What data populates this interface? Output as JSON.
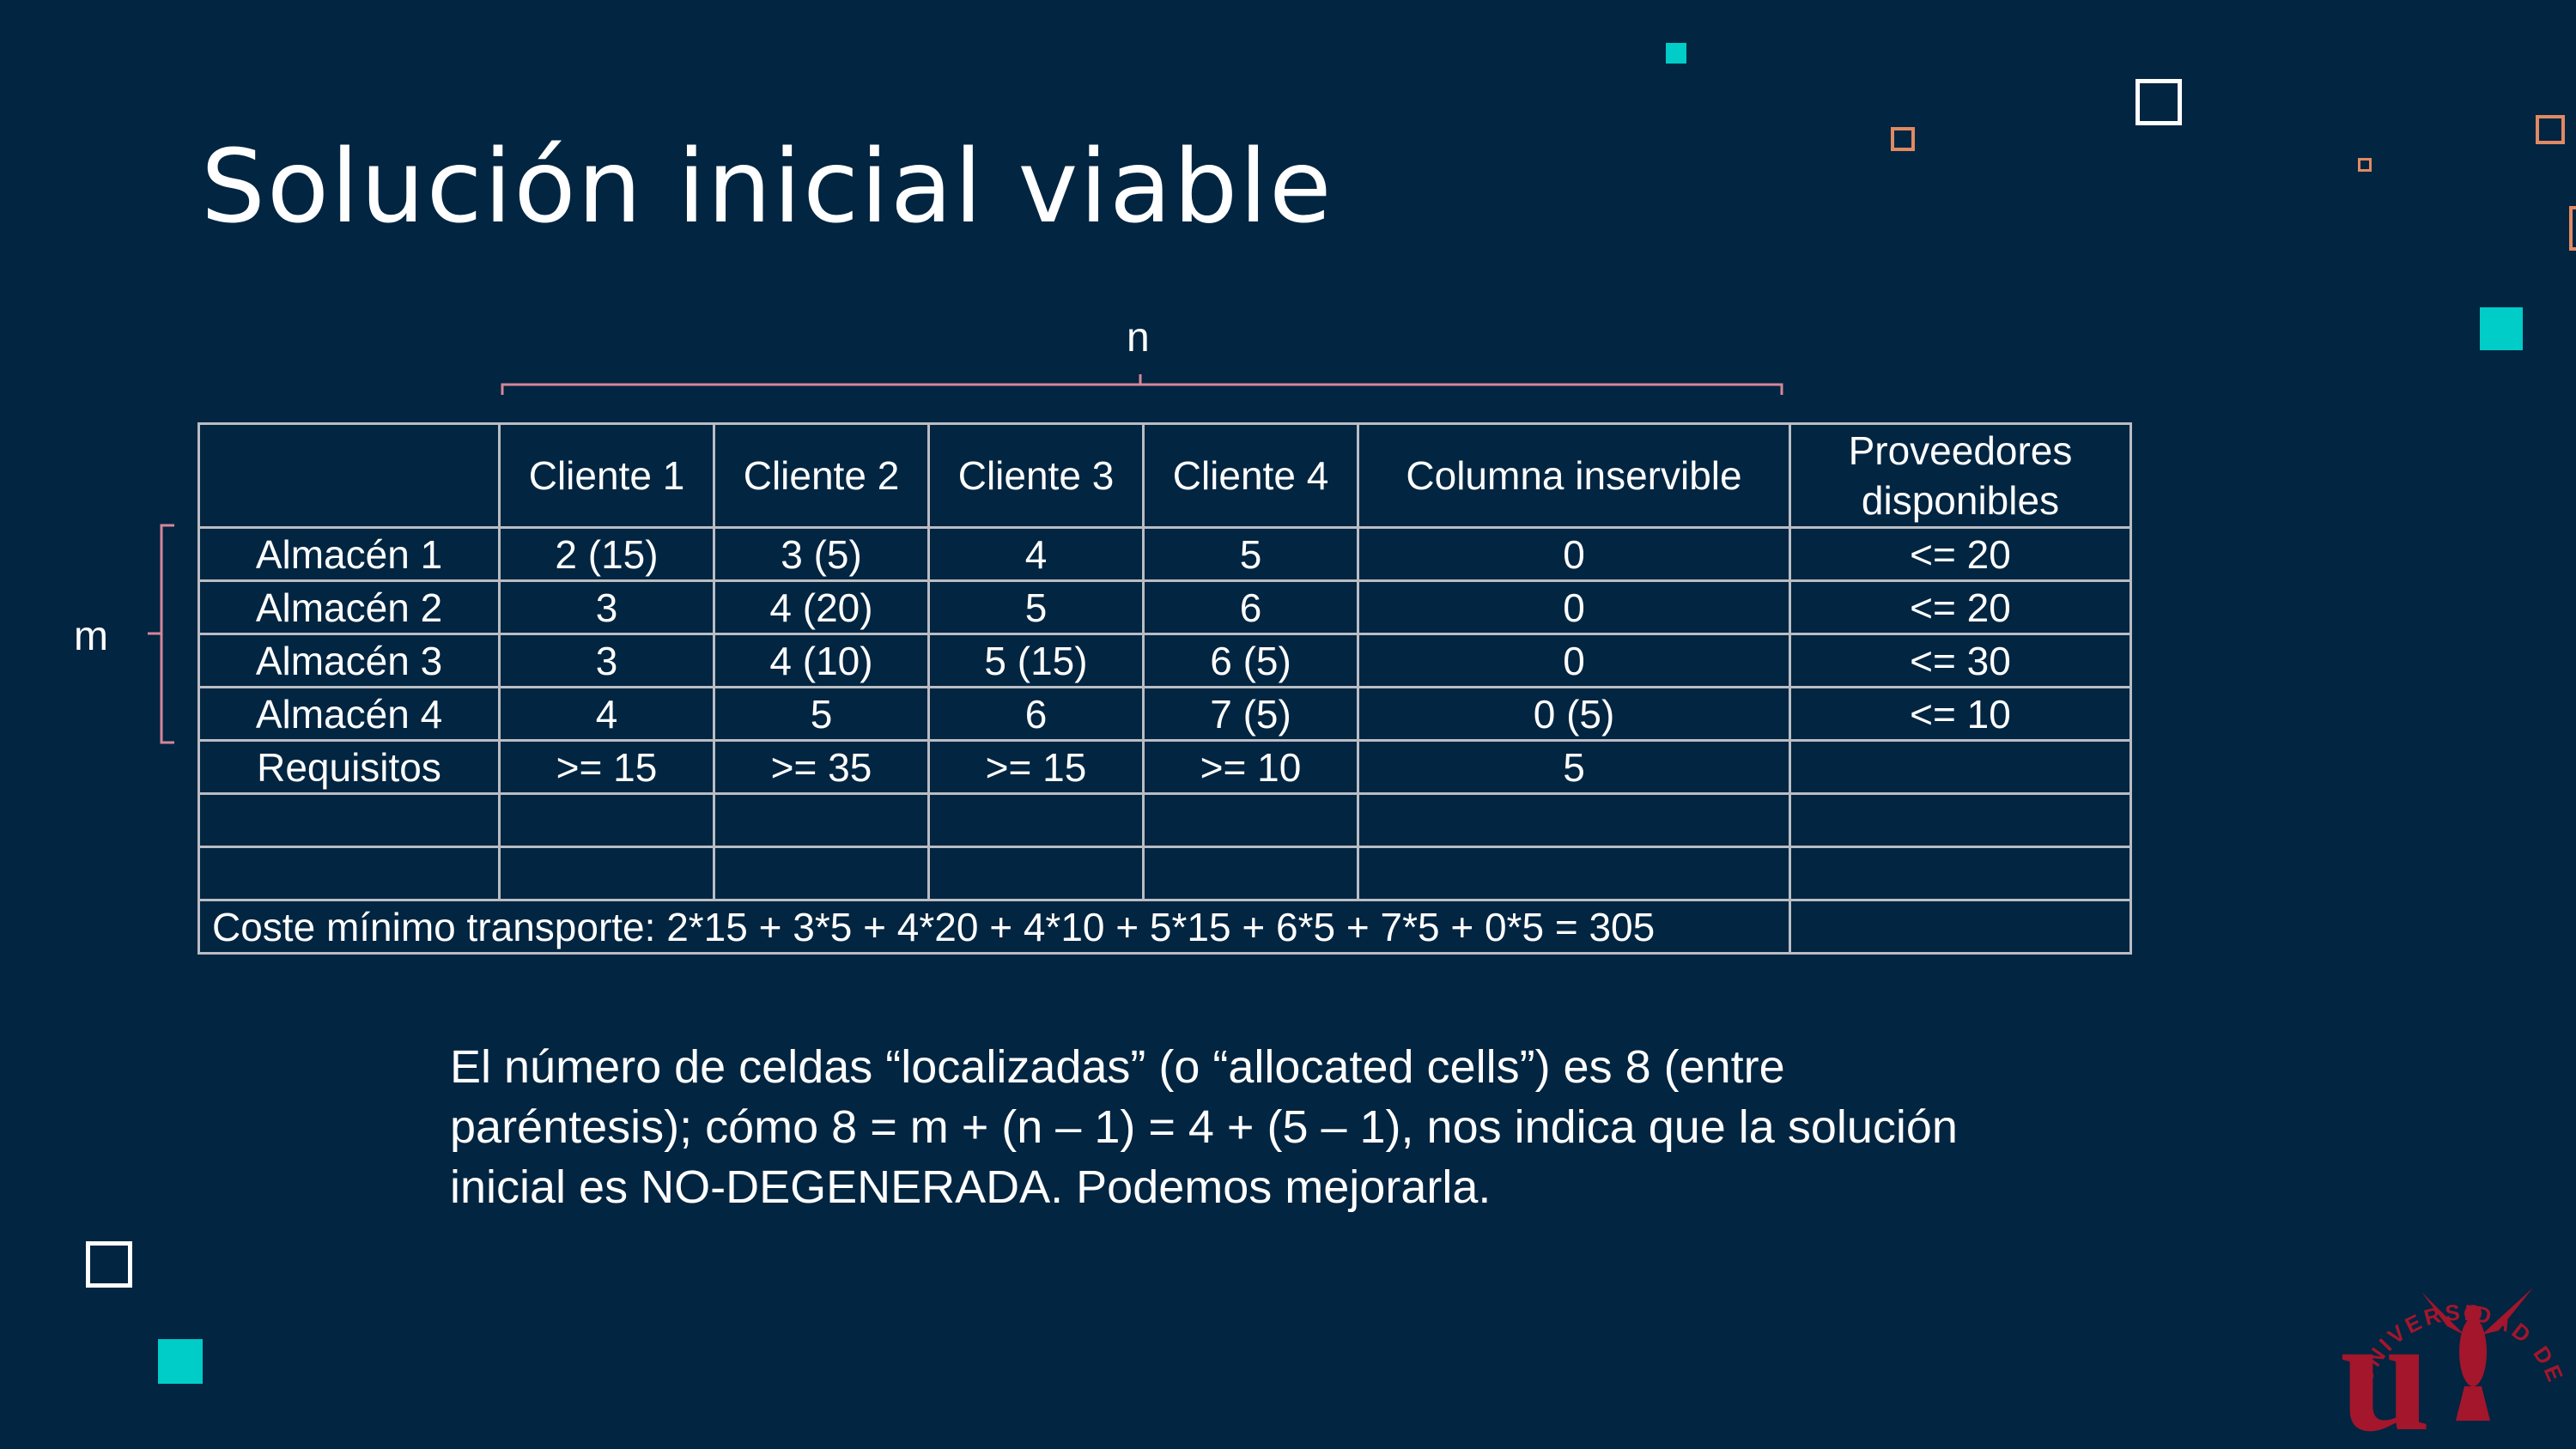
{
  "slide": {
    "title": "Solución inicial viable",
    "label_n": "n",
    "label_m": "m"
  },
  "table": {
    "headers": [
      "",
      "Cliente 1",
      "Cliente 2",
      "Cliente 3",
      "Cliente 4",
      "Columna inservible",
      "Proveedores disponibles"
    ],
    "rows": [
      [
        "Almacén 1",
        "2  (15)",
        "3  (5)",
        "4",
        "5",
        "0",
        "<= 20"
      ],
      [
        "Almacén 2",
        "3",
        "4 (20)",
        "5",
        "6",
        "0",
        "<= 20"
      ],
      [
        "Almacén 3",
        "3",
        "4 (10)",
        "5 (15)",
        "6 (5)",
        "0",
        "<= 30"
      ],
      [
        "Almacén 4",
        "4",
        "5",
        "6",
        "7 (5)",
        "0 (5)",
        "<= 10"
      ],
      [
        "Requisitos",
        ">= 15",
        ">= 35",
        ">= 15",
        ">= 10",
        "5",
        ""
      ],
      [
        "",
        "",
        "",
        "",
        "",
        "",
        ""
      ],
      [
        "",
        "",
        "",
        "",
        "",
        "",
        ""
      ]
    ],
    "cost_text": "Coste mínimo transporte: 2*15 + 3*5 + 4*20 + 4*10 + 5*15 + 6*5 + 7*5 + 0*5 = 305"
  },
  "paragraph": "El número de celdas “localizadas” (o “allocated cells”) es 8 (entre paréntesis); cómo 8 = m + (n – 1) = 4 + (5 – 1), nos indica que la solución inicial es NO-DEGENERADA. Podemos mejorarla.",
  "logo": {
    "icon": "universidad-de-sevilla-logo",
    "text": "UNIVERSIDAD DE SEVILLA",
    "letter": "u",
    "color": "#a3162c"
  },
  "colors": {
    "background": "#022541",
    "accent_teal": "#00ccc8",
    "accent_orange": "#e08a63",
    "brace_pink": "#d6869a"
  }
}
